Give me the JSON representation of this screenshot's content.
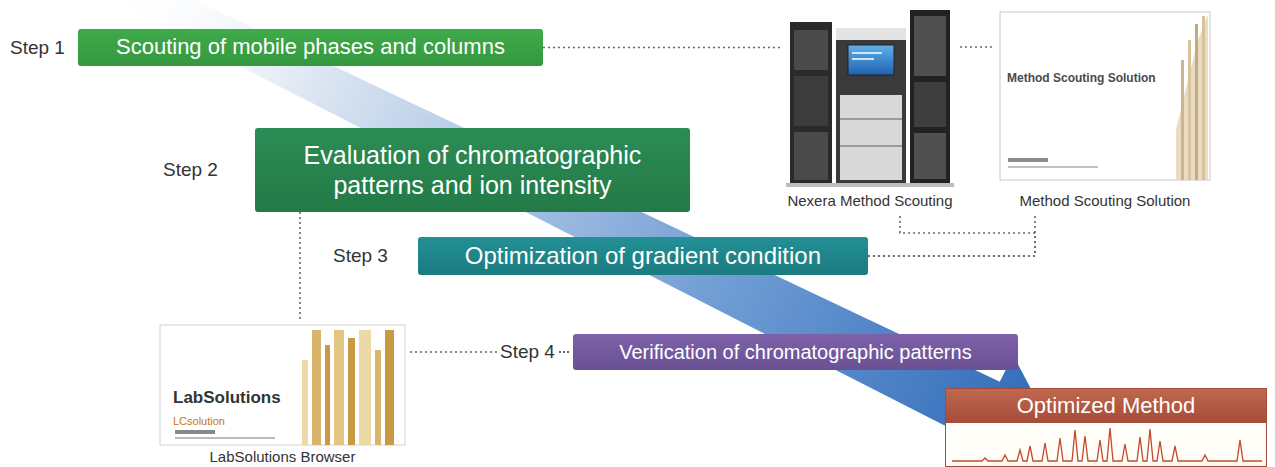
{
  "diagram": {
    "nodes": [
      {
        "text": [
          "Step 1",
          "Scouting of mobile phases and columns"
        ]
      },
      {
        "text": [
          "Nexera Method Scouting"
        ]
      },
      {
        "text": [
          "Method Scouting Solution",
          "Method Scouting Solution"
        ]
      },
      {
        "text": [
          "Step 2",
          "Evaluation of chromatographic patterns and ion intensity"
        ]
      },
      {
        "text": [
          "Step 3",
          "Optimization of gradient condition"
        ]
      },
      {
        "text": [
          "LabSolutions",
          "LCsolution",
          "LabSolutions Browser"
        ]
      },
      {
        "text": [
          "Step 4",
          "Verification of chromatographic patterns"
        ]
      },
      {
        "text": [
          "Optimized Method"
        ]
      }
    ],
    "edges": [
      {
        "from": 0,
        "to": 1,
        "arrow": "none"
      },
      {
        "from": 1,
        "to": 2,
        "arrow": "none"
      },
      {
        "from": 3,
        "to": 5,
        "arrow": "none"
      },
      {
        "from": 4,
        "to": 1,
        "arrow": "none"
      },
      {
        "from": 4,
        "to": 2,
        "arrow": "none"
      },
      {
        "from": 5,
        "to": 6,
        "arrow": "none"
      }
    ]
  }
}
